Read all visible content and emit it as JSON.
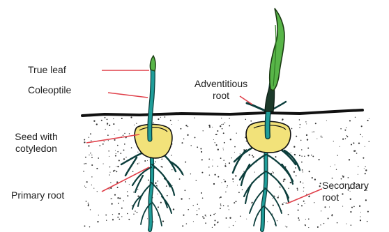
{
  "labels": {
    "true_leaf": "True leaf",
    "coleoptile": "Coleoptile",
    "seed_with_cotyledon": [
      "Seed with",
      "cotyledon"
    ],
    "primary_root": "Primary root",
    "adventitious_root": [
      "Adventitious",
      "root"
    ],
    "secondary_root": [
      "Secondary",
      "root"
    ]
  },
  "colors": {
    "stem": "#1f9e9a",
    "stem_outline": "#0c3e3c",
    "leaf_green": "#58b548",
    "seed": "#f2e27a",
    "soil": "#111111",
    "pointer": "#e0404a"
  }
}
